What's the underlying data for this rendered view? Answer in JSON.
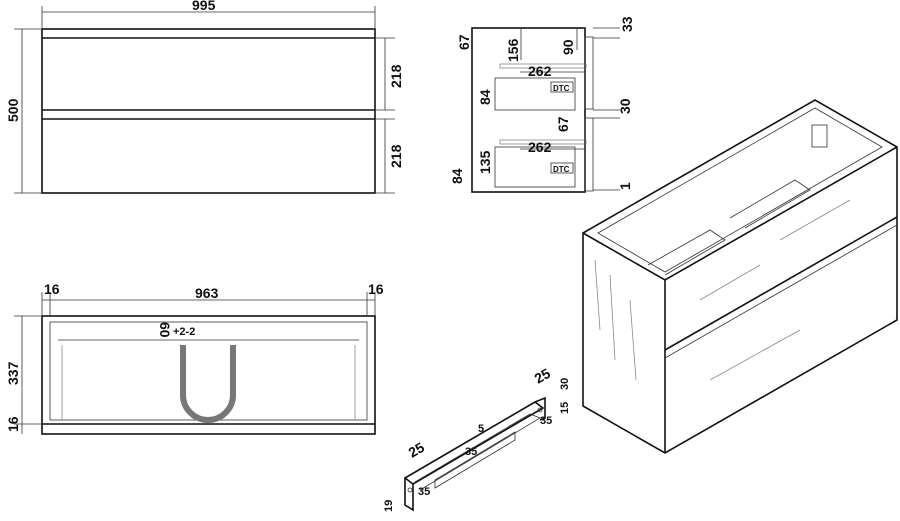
{
  "front": {
    "width": "995",
    "height": "500",
    "drawer_top": "218",
    "drawer_bottom": "218"
  },
  "section": {
    "top_gap": "67",
    "inner_height": "156",
    "rail_gap": "90",
    "top_offset": "33",
    "depth_top": "262",
    "drawer_height_top": "84",
    "mid_gap": "67",
    "mid_offset": "30",
    "depth_bottom": "262",
    "drawer_height_bottom": "135",
    "bottom_gap": "84",
    "bottom_offset": "1",
    "brand_top": "DTC",
    "brand_bottom": "DTC"
  },
  "plan": {
    "left_side": "16",
    "inner_width": "963",
    "right_side": "16",
    "depth": "337",
    "base": "16",
    "cutout": "60",
    "tolerance": "+2-2"
  },
  "bracket": {
    "left_width": "25",
    "left_height": "19",
    "left_hole": "35",
    "mid": "5",
    "mid2": "35",
    "right_width": "25",
    "right_height": "30",
    "right_offset": "15",
    "right_hole": "35"
  }
}
